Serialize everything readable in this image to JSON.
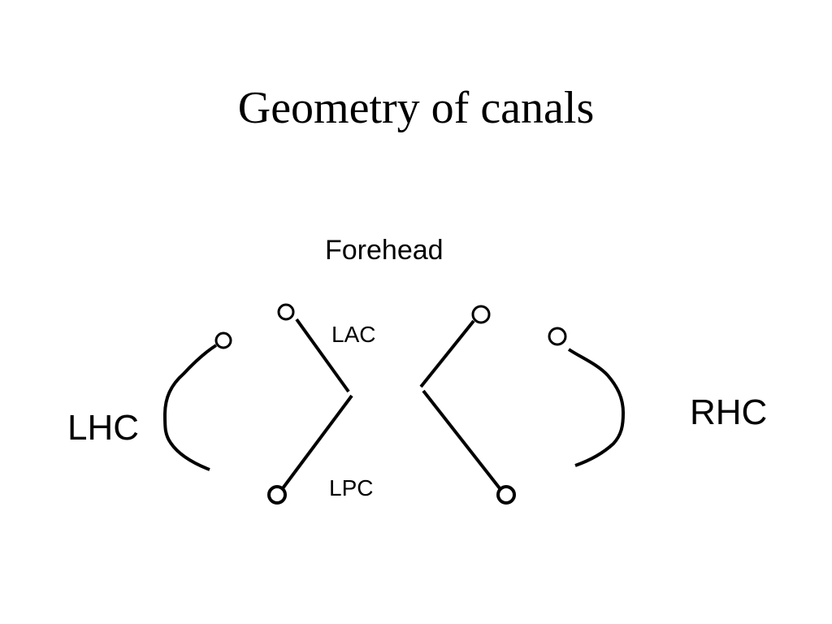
{
  "slide": {
    "title": "Geometry of canals"
  },
  "labels": {
    "forehead": "Forehead",
    "lac": "LAC",
    "lpc": "LPC",
    "lhc": "LHC",
    "rhc": "RHC"
  },
  "colors": {
    "background": "#ffffff",
    "ink": "#000000"
  }
}
